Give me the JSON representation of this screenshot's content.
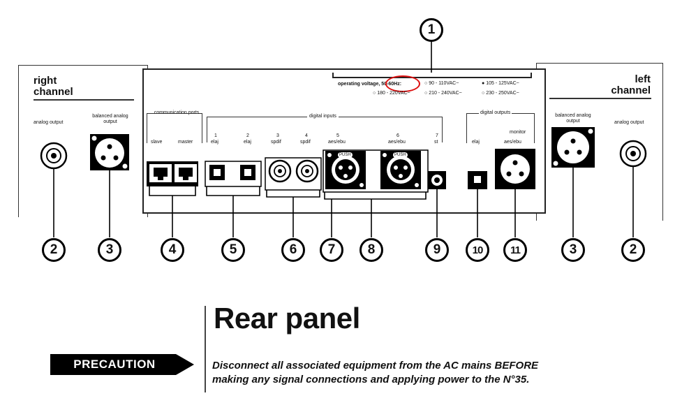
{
  "voltage": {
    "label": "operating voltage, 50-60Hz:",
    "options": [
      "90 - 110VAC~",
      "105 - 125VAC~",
      "180 - 220VAC~",
      "210 - 240VAC~",
      "230 - 250VAC~"
    ],
    "selected": "105 - 125VAC~"
  },
  "right_channel": {
    "title": "right",
    "subtitle": "channel",
    "analog": "analog output",
    "balanced": "balanced analog output"
  },
  "left_channel": {
    "title": "left",
    "subtitle": "channel",
    "analog": "analog output",
    "balanced": "balanced analog output"
  },
  "comm": {
    "title": "communication ports",
    "slave": "slave",
    "master": "master"
  },
  "digital_inputs": {
    "title": "digital inputs",
    "nums": [
      "1",
      "2",
      "3",
      "4",
      "5",
      "6",
      "7"
    ],
    "labels": [
      "elaj",
      "elaj",
      "spdif",
      "spdif",
      "aes/ebu",
      "aes/ebu",
      "st"
    ],
    "push": "PUSH"
  },
  "digital_outputs": {
    "title": "digital outputs",
    "monitor": "monitor",
    "elaj": "elaj",
    "aesebu": "aes/ebu"
  },
  "callouts": {
    "top": "1",
    "bottom": [
      "2",
      "3",
      "4",
      "5",
      "6",
      "7",
      "8",
      "9",
      "10",
      "11",
      "3",
      "2"
    ]
  },
  "heading": "Rear panel",
  "precaution": "PRECAUTION",
  "warning_line1": "Disconnect all associated equipment from the AC mains BEFORE",
  "warning_line2": "making any signal connections and applying power to the N°35."
}
